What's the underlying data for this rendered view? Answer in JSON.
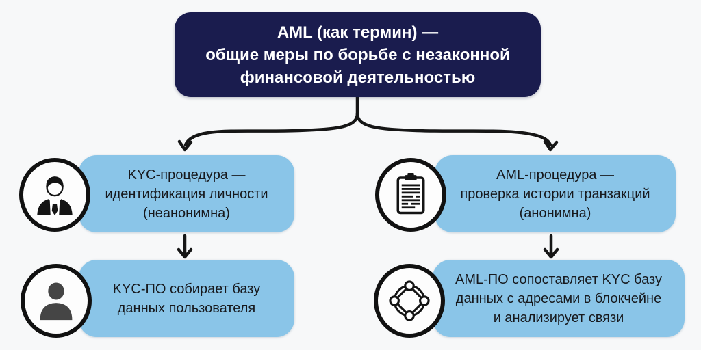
{
  "title": "AML / KYC terminology diagram",
  "colors": {
    "background": "#f7f8f9",
    "root_box": "#1a1c4e",
    "root_text": "#ffffff",
    "node_box": "#8ac5e8",
    "node_text": "#17191d",
    "arrow": "#161616"
  },
  "root": {
    "lines": [
      "AML (как термин) —",
      "общие меры по борьбе с незаконной",
      "финансовой деятельностью"
    ]
  },
  "nodes": {
    "kyc_procedure": {
      "icon": "businessman-icon",
      "lines": [
        "KYC-процедура —",
        "идентификация личности",
        "(неанонимна)"
      ]
    },
    "aml_procedure": {
      "icon": "clipboard-icon",
      "lines": [
        "AML-процедура —",
        "проверка истории транзакций",
        "(анонимна)"
      ]
    },
    "kyc_software": {
      "icon": "user-silhouette-icon",
      "lines": [
        "KYC-ПО собирает базу",
        "данных пользователя"
      ]
    },
    "aml_software": {
      "icon": "network-icon",
      "lines": [
        "AML-ПО сопоставляет KYC базу",
        "данных с адресами в блокчейне",
        "и анализирует связи"
      ]
    }
  }
}
